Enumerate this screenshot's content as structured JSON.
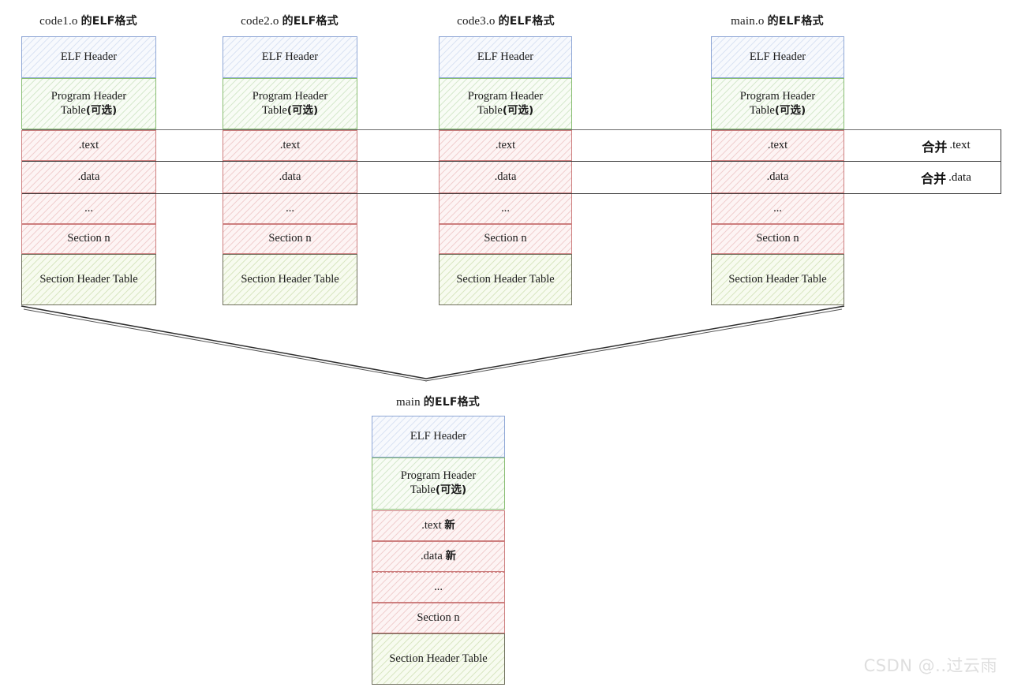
{
  "diagram": {
    "title_suffix": "的ELF格式",
    "object_files": [
      {
        "name": "code1.o",
        "title_prefix": "code1.o",
        "sections": [
          {
            "label": "ELF Header",
            "kind": "elf-header"
          },
          {
            "label": "Program Header\nTable(可选)",
            "kind": "program-header-table"
          },
          {
            "label": ".text",
            "kind": "text-section"
          },
          {
            "label": ".data",
            "kind": "data-section"
          },
          {
            "label": "...",
            "kind": "ellipsis-section"
          },
          {
            "label": "Section n",
            "kind": "section-n"
          },
          {
            "label": "Section Header Table",
            "kind": "section-header-table"
          }
        ]
      },
      {
        "name": "code2.o",
        "title_prefix": "code2.o",
        "sections": [
          {
            "label": "ELF Header",
            "kind": "elf-header"
          },
          {
            "label": "Program Header\nTable(可选)",
            "kind": "program-header-table"
          },
          {
            "label": ".text",
            "kind": "text-section"
          },
          {
            "label": ".data",
            "kind": "data-section"
          },
          {
            "label": "...",
            "kind": "ellipsis-section"
          },
          {
            "label": "Section n",
            "kind": "section-n"
          },
          {
            "label": "Section Header Table",
            "kind": "section-header-table"
          }
        ]
      },
      {
        "name": "code3.o",
        "title_prefix": "code3.o",
        "sections": [
          {
            "label": "ELF Header",
            "kind": "elf-header"
          },
          {
            "label": "Program Header\nTable(可选)",
            "kind": "program-header-table"
          },
          {
            "label": ".text",
            "kind": "text-section"
          },
          {
            "label": ".data",
            "kind": "data-section"
          },
          {
            "label": "...",
            "kind": "ellipsis-section"
          },
          {
            "label": "Section n",
            "kind": "section-n"
          },
          {
            "label": "Section Header Table",
            "kind": "section-header-table"
          }
        ]
      },
      {
        "name": "main.o",
        "title_prefix": "main.o",
        "sections": [
          {
            "label": "ELF Header",
            "kind": "elf-header"
          },
          {
            "label": "Program Header\nTable(可选)",
            "kind": "program-header-table"
          },
          {
            "label": ".text",
            "kind": "text-section"
          },
          {
            "label": ".data",
            "kind": "data-section"
          },
          {
            "label": "...",
            "kind": "ellipsis-section"
          },
          {
            "label": "Section n",
            "kind": "section-n"
          },
          {
            "label": "Section Header Table",
            "kind": "section-header-table"
          }
        ]
      }
    ],
    "merge_callouts": [
      {
        "cn": "合并",
        "target": ".text"
      },
      {
        "cn": "合并",
        "target": ".data"
      }
    ],
    "output_file": {
      "name": "main",
      "title_prefix": "main",
      "sections": [
        {
          "label": "ELF Header",
          "kind": "elf-header"
        },
        {
          "label": "Program Header\nTable(可选)",
          "kind": "program-header-table"
        },
        {
          "label": ".text 新",
          "kind": "text-section-new"
        },
        {
          "label": ".data 新",
          "kind": "data-section-new"
        },
        {
          "label": "...",
          "kind": "ellipsis-section"
        },
        {
          "label": "Section n",
          "kind": "section-n"
        },
        {
          "label": "Section Header Table",
          "kind": "section-header-table"
        }
      ]
    },
    "watermark": "CSDN @..过云雨",
    "colors": {
      "elf_header_border": "#8fa7d6",
      "program_header_border": "#88bd72",
      "section_border": "#cd7f7f",
      "section_header_table_border": "#6f6f5d",
      "connector": "#3a3a3a",
      "watermark": "#dedede"
    }
  }
}
